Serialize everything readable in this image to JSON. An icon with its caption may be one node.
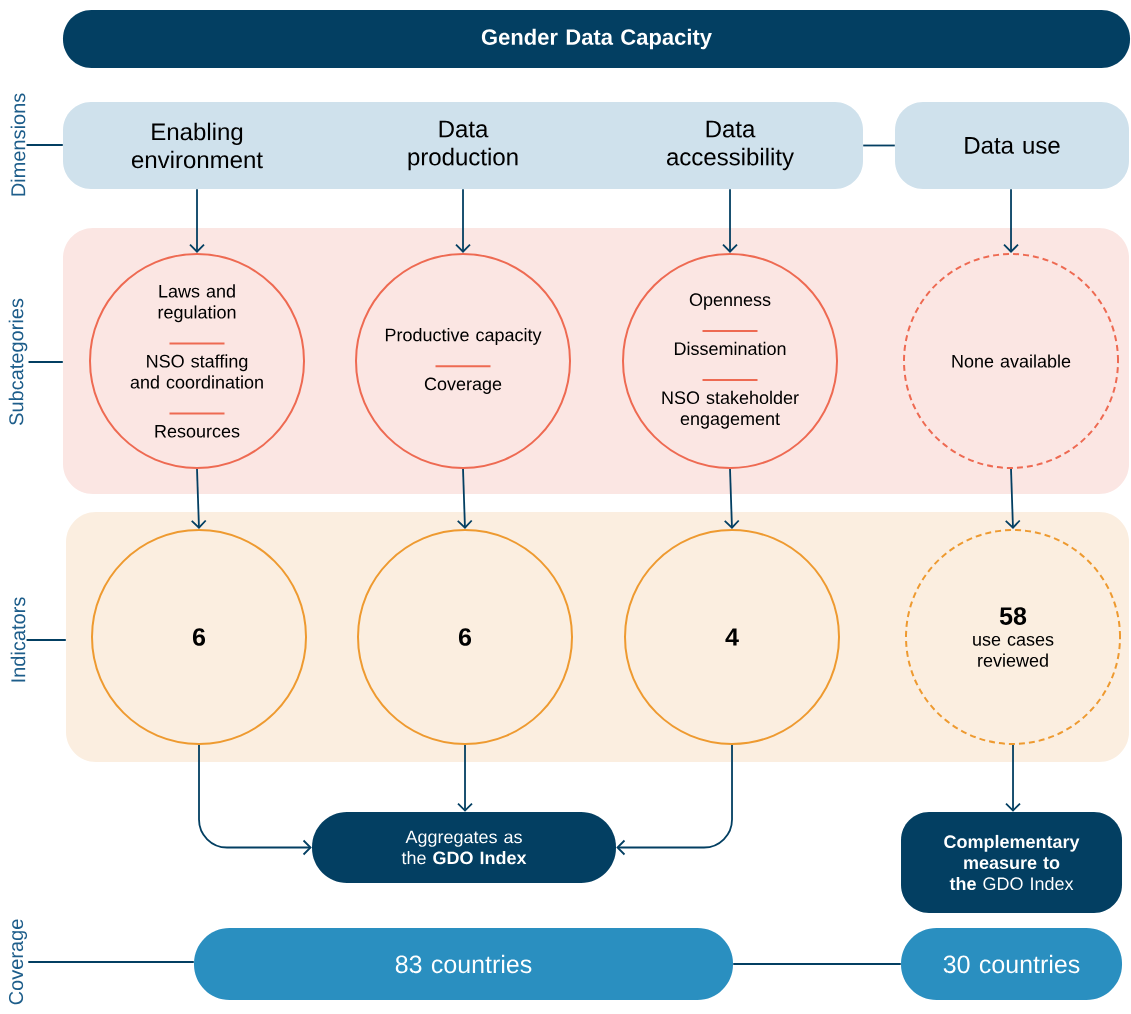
{
  "diagram": {
    "nodes": [
      {
        "text": [
          "Gender Data Capacity"
        ]
      },
      {
        "text": [
          "Dimensions"
        ]
      },
      {
        "text": [
          "Enabling environment",
          "Data production",
          "Data accessibility"
        ]
      },
      {
        "text": [
          "Data use"
        ]
      },
      {
        "text": [
          "Subcategories"
        ]
      },
      {
        "text": [],
        "shape": "box"
      },
      {
        "text": [
          "Laws and regulation",
          "NSO staffing and coordination",
          "Resources"
        ],
        "in": 5
      },
      {
        "text": [
          "Productive capacity",
          "Coverage"
        ],
        "in": 5
      },
      {
        "text": [
          "Openness",
          "Dissemination",
          "NSO stakeholder engagement"
        ],
        "in": 5
      },
      {
        "text": [
          "None available"
        ],
        "in": 5
      },
      {
        "text": [
          "Indicators"
        ]
      },
      {
        "text": [],
        "shape": "box"
      },
      {
        "text": [
          "6"
        ],
        "in": 11
      },
      {
        "text": [
          "6"
        ],
        "in": 11
      },
      {
        "text": [
          "4"
        ],
        "in": 11
      },
      {
        "text": [
          "58",
          "use cases reviewed"
        ],
        "in": 11
      },
      {
        "text": [
          "Aggregates as the **GDO Index**"
        ]
      },
      {
        "text": [
          "**Complementary measure to the** GDO Index"
        ]
      },
      {
        "text": [
          "Coverage"
        ]
      },
      {
        "text": [
          "83 countries"
        ]
      },
      {
        "text": [
          "30 countries"
        ]
      }
    ],
    "edges": [
      {
        "from": 1,
        "to": 2,
        "arrow": "none"
      },
      {
        "from": 2,
        "to": 3,
        "arrow": "none"
      },
      {
        "from": 2,
        "to": 6,
        "arrow": "to"
      },
      {
        "from": 2,
        "to": 7,
        "arrow": "to"
      },
      {
        "from": 2,
        "to": 8,
        "arrow": "to"
      },
      {
        "from": 3,
        "to": 9,
        "arrow": "to"
      },
      {
        "from": 4,
        "to": 5,
        "arrow": "none"
      },
      {
        "from": 6,
        "to": 12,
        "arrow": "to"
      },
      {
        "from": 7,
        "to": 13,
        "arrow": "to"
      },
      {
        "from": 8,
        "to": 14,
        "arrow": "to"
      },
      {
        "from": 9,
        "to": 15,
        "arrow": "to"
      },
      {
        "from": 10,
        "to": 11,
        "arrow": "none"
      },
      {
        "from": 12,
        "to": 16,
        "arrow": "to"
      },
      {
        "from": 13,
        "to": 16,
        "arrow": "to"
      },
      {
        "from": 14,
        "to": 16,
        "arrow": "to"
      },
      {
        "from": 15,
        "to": 17,
        "arrow": "to"
      },
      {
        "from": 18,
        "to": 19,
        "arrow": "none"
      },
      {
        "from": 19,
        "to": 20,
        "arrow": "none"
      }
    ]
  }
}
